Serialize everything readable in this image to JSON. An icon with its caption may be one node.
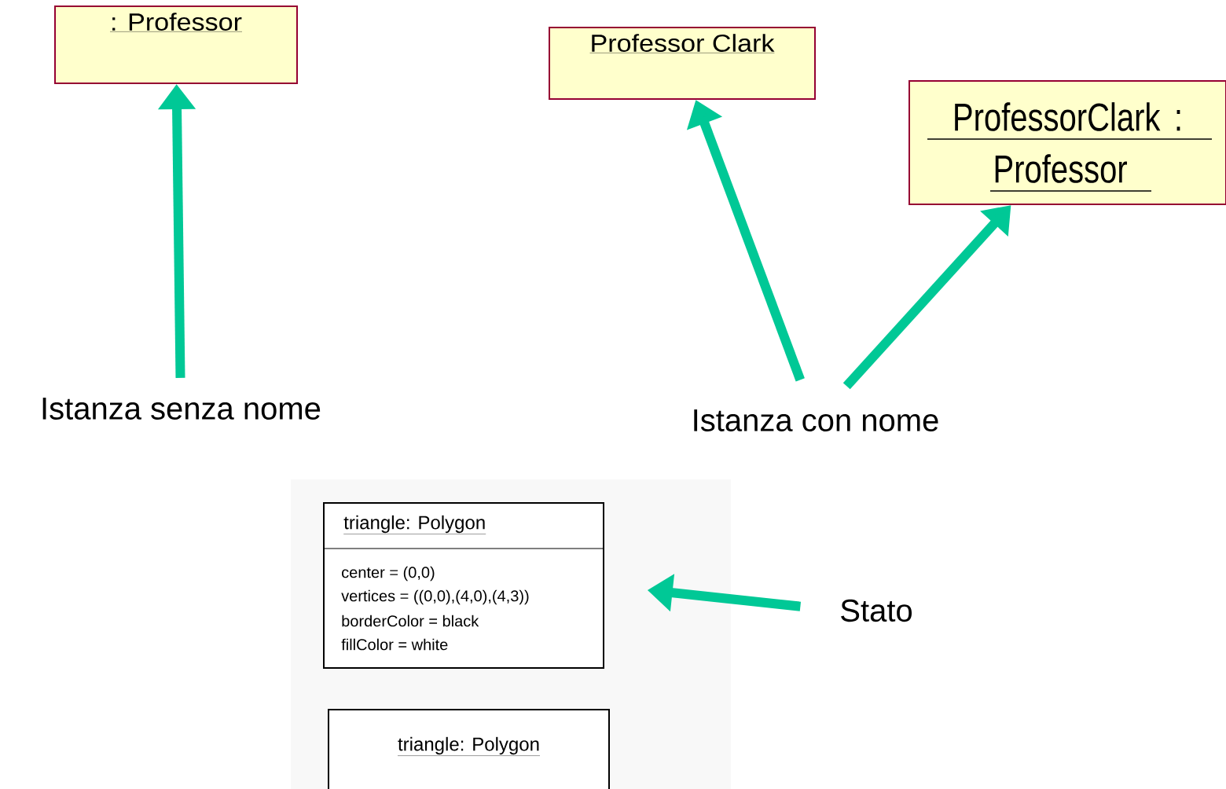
{
  "diagram": {
    "nodes": [
      {
        "text": [
          ": Professor"
        ]
      },
      {
        "text": [
          "Professor Clark"
        ]
      },
      {
        "text": [
          "ProfessorClark : Professor"
        ]
      },
      {
        "text": [
          "Istanza senza nome"
        ]
      },
      {
        "text": [
          "Istanza con nome"
        ]
      },
      {
        "text": [
          "triangle: Polygon",
          "center = (0,0)",
          "vertices = ((0,0),(4,0),(4,3))",
          "borderColor = black",
          "fillColor = white"
        ]
      },
      {
        "text": [
          "Stato"
        ]
      },
      {
        "text": [
          "triangle: Polygon"
        ]
      }
    ],
    "edges": [
      {
        "from": 3,
        "to": 0,
        "arrow": "to",
        "color": "#00c896"
      },
      {
        "from": 4,
        "to": 1,
        "arrow": "to",
        "color": "#00c896"
      },
      {
        "from": 4,
        "to": 2,
        "arrow": "to",
        "color": "#00c896"
      },
      {
        "from": 6,
        "to": 5,
        "arrow": "to",
        "color": "#00c896"
      }
    ]
  }
}
